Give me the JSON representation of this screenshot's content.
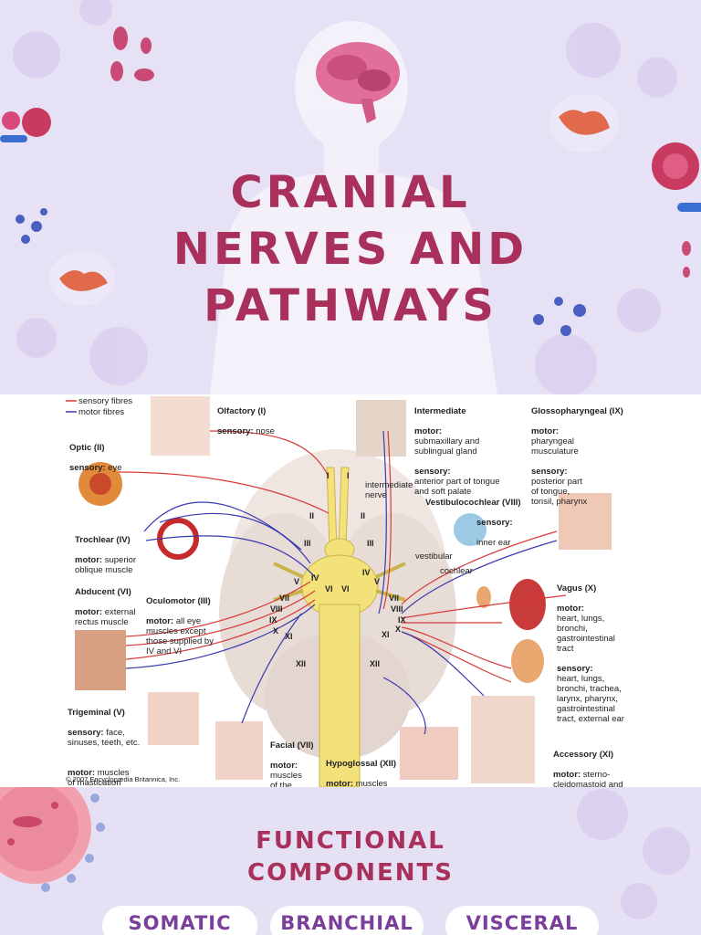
{
  "title": {
    "line1": "CRANIAL",
    "line2": "NERVES AND",
    "line3": "PATHWAYS"
  },
  "legend": {
    "sensory": "sensory fibres",
    "motor": "motor fibres"
  },
  "nerves": {
    "olfactory": {
      "name": "Olfactory (I)",
      "k1": "sensory:",
      "v1": "nose"
    },
    "optic": {
      "name": "Optic (II)",
      "k1": "sensory:",
      "v1": "eye"
    },
    "trochlear": {
      "name": "Trochlear (IV)",
      "k1": "motor:",
      "v1": "superior\noblique muscle"
    },
    "abducent": {
      "name": "Abducent (VI)",
      "k1": "motor:",
      "v1": "external\nrectus muscle"
    },
    "oculomotor": {
      "name": "Oculomotor (III)",
      "k1": "motor:",
      "v1": "all eye\nmuscles except\nthose supplied by\nIV and VI"
    },
    "trigeminal": {
      "name": "Trigeminal (V)",
      "k1": "sensory:",
      "v1": "face,\nsinuses, teeth, etc.",
      "k2": "motor:",
      "v2": "muscles\nof mastication"
    },
    "facial": {
      "name": "Facial (VII)",
      "k1": "motor:",
      "v1": "muscles\nof the\nface"
    },
    "hypoglossal": {
      "name": "Hypoglossal (XII)",
      "k1": "motor:",
      "v1": "muscles\nof the tongue"
    },
    "intermediate": {
      "name": "Intermediate",
      "k1": "motor:",
      "v1": "submaxillary and\nsublingual gland",
      "k2": "sensory:",
      "v2": "anterior part of tongue\nand soft palate"
    },
    "glossopharyngeal": {
      "name": "Glossopharyngeal (IX)",
      "k1": "motor:",
      "v1": "pharyngeal\nmusculature",
      "k2": "sensory:",
      "v2": "posterior part\nof tongue,\ntonsil, pharynx"
    },
    "vestibulocochlear": {
      "name": "Vestibulocochlear (VIII)",
      "k1": "sensory:",
      "v1": "inner ear"
    },
    "vagus": {
      "name": "Vagus (X)",
      "k1": "motor:",
      "v1": "heart, lungs,\nbronchi,\ngastrointestinal\ntract",
      "k2": "sensory:",
      "v2": "heart, lungs,\nbronchi, trachea,\nlarynx, pharynx,\ngastrointestinal\ntract, external ear"
    },
    "accessory": {
      "name": "Accessory (XI)",
      "k1": "motor:",
      "v1": "sterno-\ncleidomastoid and\ntrapezius muscles"
    }
  },
  "annotations": {
    "intermediate_nerve": "intermediate\nnerve",
    "vestibular": "vestibular",
    "cochlear": "cochlear"
  },
  "roman_labels": [
    "I",
    "I",
    "II",
    "II",
    "III",
    "III",
    "IV",
    "IV",
    "V",
    "V",
    "VI",
    "VI",
    "VII",
    "VII",
    "VIII",
    "VIII",
    "IX",
    "IX",
    "X",
    "X",
    "XI",
    "XI",
    "XII",
    "XII"
  ],
  "copyright": "© 2007 Encyclopædia Britannica, Inc.",
  "functional_components": {
    "title_line1": "FUNCTIONAL",
    "title_line2": "COMPONENTS",
    "pills": [
      "SOMATIC",
      "BRANCHIAL",
      "VISCERAL"
    ]
  },
  "colors": {
    "title": "#a8305a",
    "sensory": "#d83a3a",
    "motor": "#3a3ab0",
    "background": "#e7e1f5",
    "pill_text": "#7a3f9a"
  }
}
